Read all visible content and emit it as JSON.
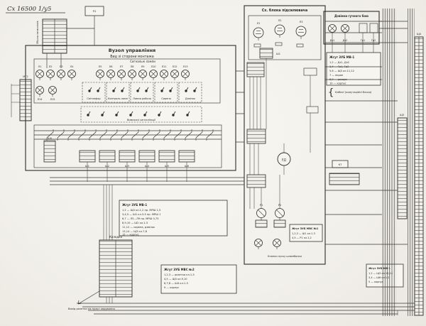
{
  "meta": {
    "stamp": "Сх 16500 1/у5",
    "top_box": "П1",
    "note_bottom_left": "Вихід розетки на пульт керування",
    "cable_note": "Кабелі (комутаційні блоки)"
  },
  "control_unit": {
    "title": "Вузол управління",
    "subtitle": "Вид зі сторони монтажа",
    "lamps_caption": "Сигнальні лампи",
    "lampsA": [
      "Л1",
      "Л2",
      "Л3",
      "Л4"
    ],
    "lampsB": [
      "Л5",
      "Л6",
      "Л7",
      "Л8",
      "Л9",
      "Л10",
      "Л11",
      "Л12",
      "Л13"
    ],
    "lampsC": [
      "Л14",
      "Л15"
    ],
    "switch_groups": [
      "Світлофор",
      "Контроль ламп",
      "Лампа робоча",
      "Сирена",
      "Дзвінок"
    ],
    "small_switch_caption": "Вимикачі сигналізації",
    "connectors": [
      "Ш1",
      "Ш2",
      "Ш3",
      "Ш4",
      "Ш5",
      "Ш6"
    ],
    "left_connector": "Ш0",
    "upper_strip_caption": "Збірка затискачів",
    "left_strip_caption": "МГ2"
  },
  "amp_block": {
    "title": "Сх. блока підсилювача",
    "tubes": [
      "Л1",
      "Л2",
      "Л3"
    ],
    "connector": "Ш1",
    "motor": "ЕД",
    "relays": [
      "Р1",
      "Р2"
    ],
    "buttons_caption": "Кнопки пуску шлюпбалки",
    "inner_table": {
      "title": "Жгут ЗУБ МВС №1",
      "rows": [
        "1,2,3 — Ш1 кл.1-3",
        "4,5 — Р1 кл.1,2"
      ]
    }
  },
  "bells_block": {
    "title": "Дзвінки гучного бою",
    "items": [
      "Дз1",
      "Дз2",
      "Гр1",
      "Гр2"
    ]
  },
  "tables": {
    "a": {
      "title": "Жгут ЗУБ МВ-1",
      "rows": [
        "1,2 — ЩЗ кл.1,2  пр. МРШ 1,5",
        "3,4,5 — Ш1 кл.3-5  пр. МРШ 1",
        "6,7 — Л5…Л9  пр. МРШ 0,75",
        "8,9,10 — Ш2 кл.1-3",
        "11,12 — сирена, дзвінок",
        "13,14 — ЩЗ кл.7,8",
        "15 — корпус"
      ]
    },
    "b": {
      "title": "Жгут ЗУБ МВС №2",
      "rows": [
        "1,2,3 — розетка кл.1-3",
        "4,5 — ЩЗ кл.9,10",
        "6,7,8 — Ш4 кл.1-3",
        "9 — корпус"
      ]
    },
    "c": {
      "title": "Жгут ЗУБ МВ-1",
      "rows": [
        "1,2 — Дз1, Дз2",
        "3,4 — Гр1, Гр2",
        "5,6 — ЩЗ кл.11,12",
        "7 — екран",
        "8,9 — резерв",
        "10 — корпус"
      ]
    },
    "d": {
      "title": "Жгут ЗУБ МВ-1",
      "rows": [
        "1,2 — ЩЗ кл.13,14",
        "3,4 — Ш6 кл.1,2",
        "5 — корпус"
      ]
    },
    "socket": {
      "title": "Колодка"
    }
  },
  "right": {
    "strip1": "ЩЗ",
    "strip2": "Щ4",
    "k_box": "К7"
  }
}
